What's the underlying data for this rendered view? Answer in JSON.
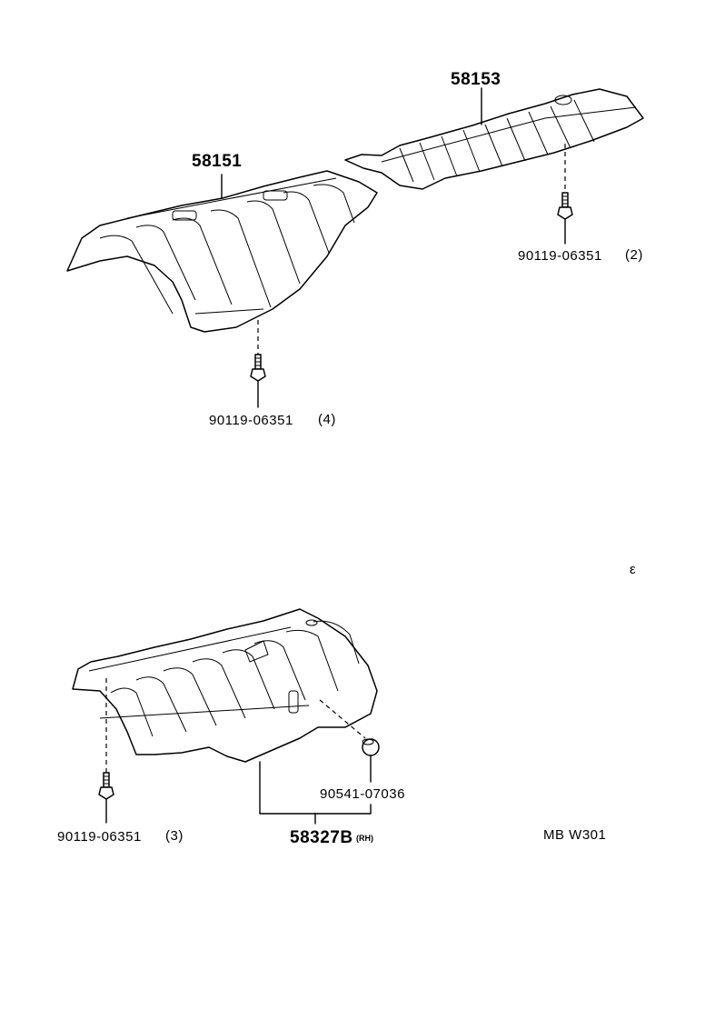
{
  "labels": {
    "part_58153": "58153",
    "part_58151": "58151",
    "bolt_upper_right": "90119-06351",
    "bolt_upper_right_qty": "(2)",
    "bolt_upper_left": "90119-06351",
    "bolt_upper_left_qty": "(4)",
    "clip": "90541-07036",
    "bolt_lower": "90119-06351",
    "bolt_lower_qty": "(3)",
    "part_58327": "58327B",
    "part_58327_side": "(RH)",
    "drawing_code": "MB W301",
    "stray_mark": "ε"
  }
}
